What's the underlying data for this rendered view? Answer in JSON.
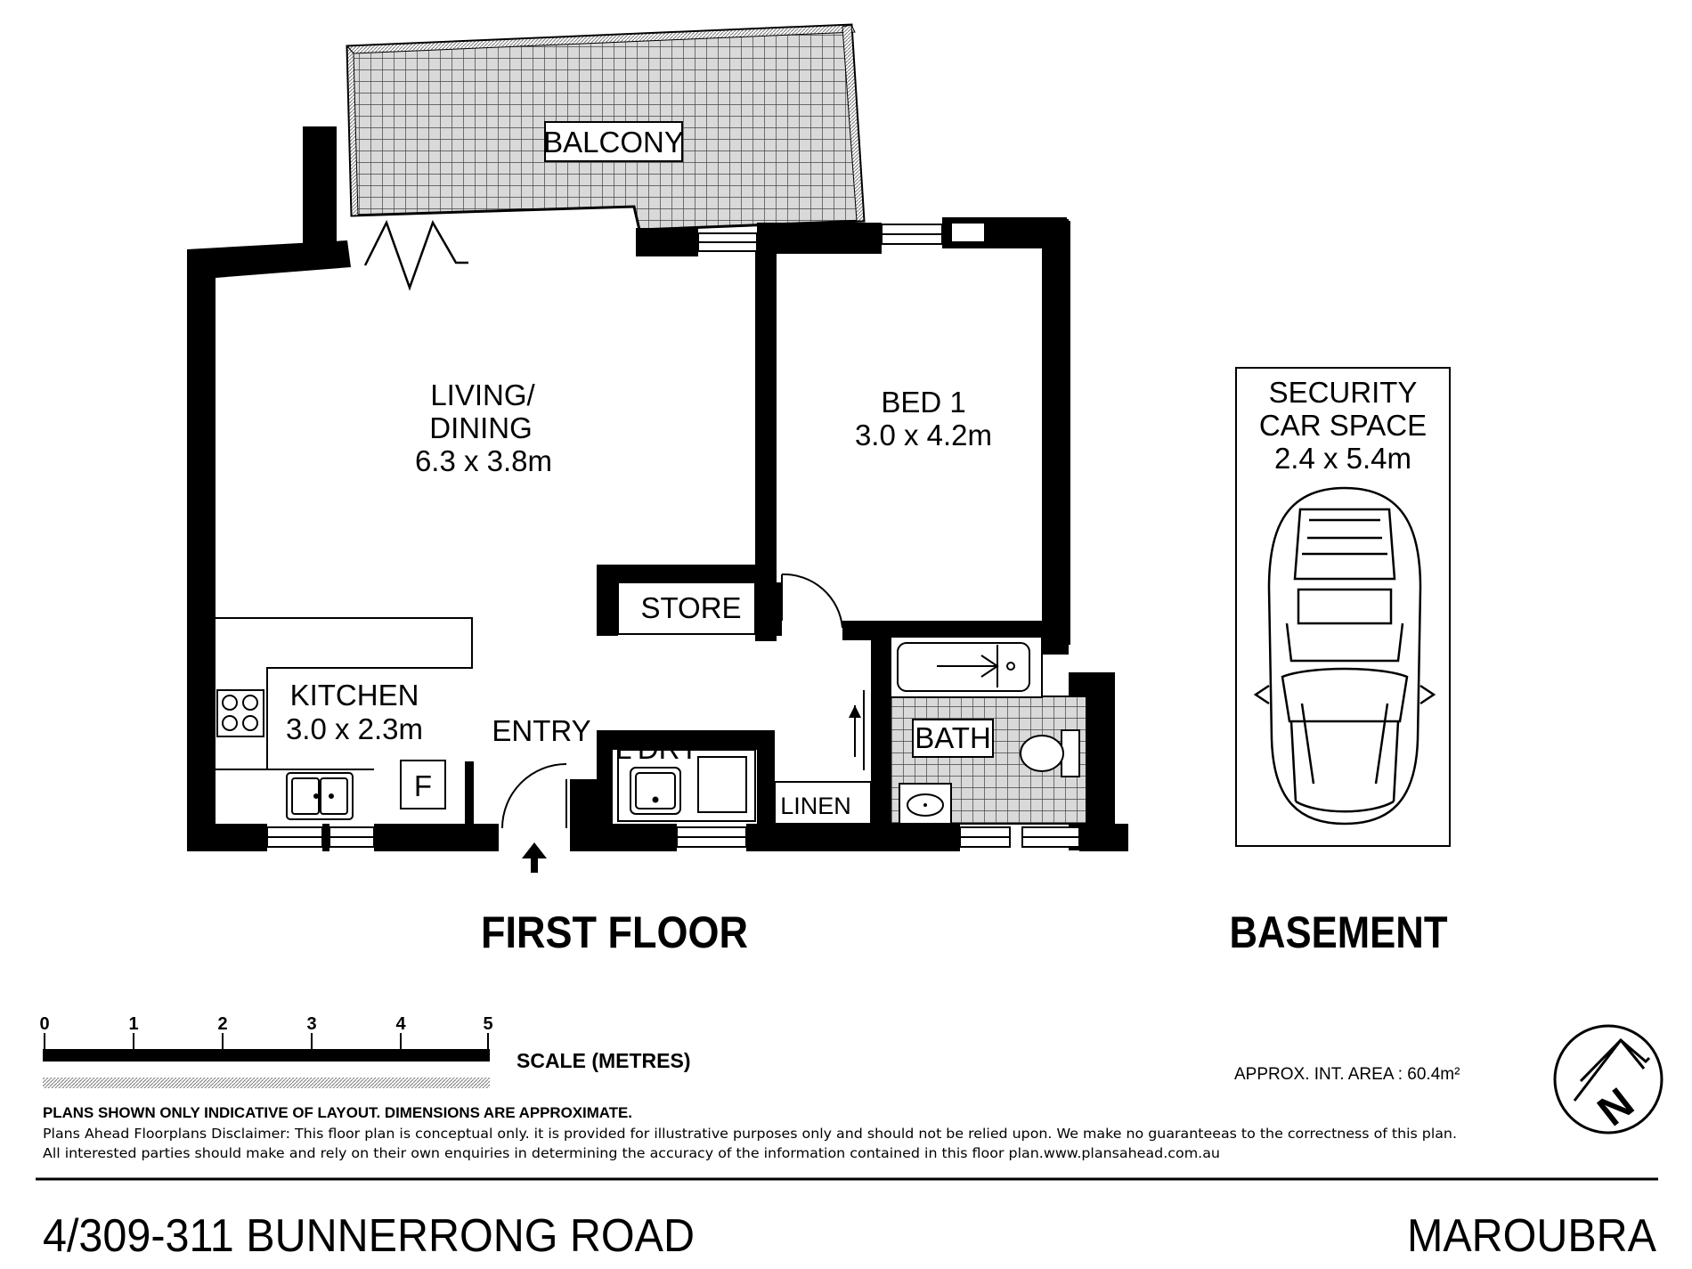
{
  "plan": {
    "headings": {
      "first_floor": "FIRST FLOOR",
      "basement": "BASEMENT"
    },
    "rooms": {
      "balcony": "BALCONY",
      "living_l1": "LIVING/",
      "living_l2": "DINING",
      "living_dim": "6.3 x 3.8m",
      "bed_l1": "BED 1",
      "bed_dim": "3.0 x 4.2m",
      "store": "STORE",
      "kitchen_l1": "KITCHEN",
      "kitchen_dim": "3.0 x 2.3m",
      "fridge": "F",
      "entry": "ENTRY",
      "laundry": "L'DRY",
      "bath": "BATH",
      "linen": "LINEN",
      "car_l1": "SECURITY",
      "car_l2": "CAR SPACE",
      "car_dim": "2.4 x 5.4m"
    },
    "scale": {
      "ticks": [
        "0",
        "1",
        "2",
        "3",
        "4",
        "5"
      ],
      "label": "SCALE (METRES)"
    },
    "area": "APPROX. INT. AREA  : 60.4m²",
    "disclaimer": {
      "line1": "PLANS SHOWN ONLY INDICATIVE OF LAYOUT.  DIMENSIONS ARE APPROXIMATE.",
      "line2": "Plans Ahead Floorplans Disclaimer: This floor plan is conceptual only. it is provided for illustrative purposes only and should not be relied upon. We make no guaranteeas to the correctness of this plan.",
      "line3": "All interested parties should make and rely on their own enquiries in determining the accuracy of the information contained in this floor plan.www.plansahead.com.au"
    },
    "compass_letter": "N",
    "address": "4/309-311 BUNNERRONG ROAD",
    "suburb": "MAROUBRA"
  }
}
